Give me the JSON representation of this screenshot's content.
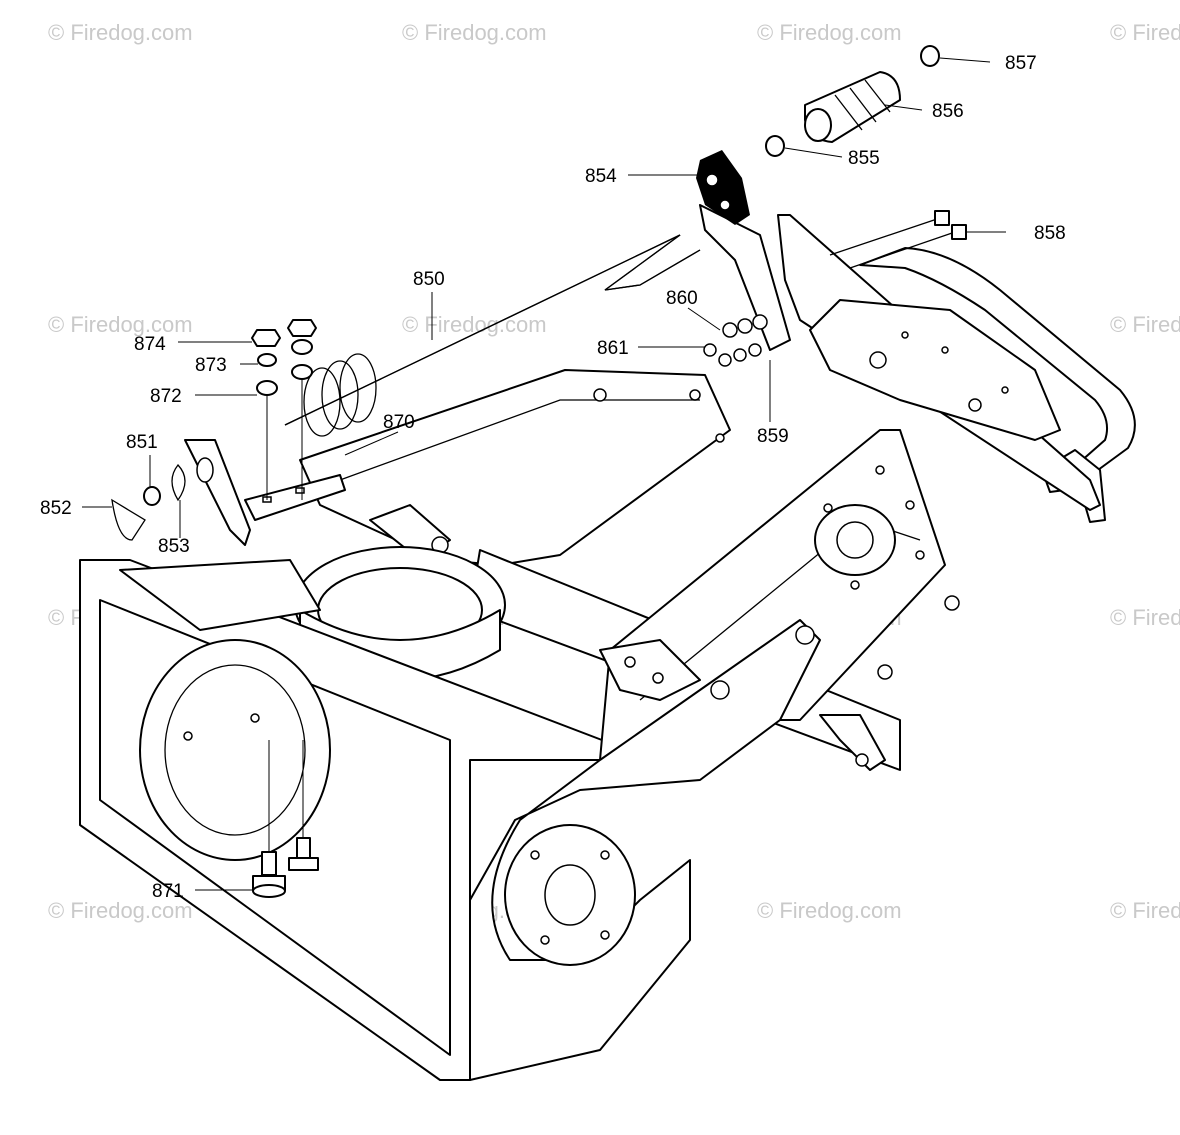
{
  "watermark": "© Firedog.com",
  "callouts": [
    {
      "id": "857",
      "text": "857"
    },
    {
      "id": "856",
      "text": "856"
    },
    {
      "id": "855",
      "text": "855"
    },
    {
      "id": "854",
      "text": "854"
    },
    {
      "id": "858",
      "text": "858"
    },
    {
      "id": "850",
      "text": "850"
    },
    {
      "id": "860",
      "text": "860"
    },
    {
      "id": "861",
      "text": "861"
    },
    {
      "id": "859",
      "text": "859"
    },
    {
      "id": "874",
      "text": "874"
    },
    {
      "id": "873",
      "text": "873"
    },
    {
      "id": "872",
      "text": "872"
    },
    {
      "id": "870",
      "text": "870"
    },
    {
      "id": "851",
      "text": "851"
    },
    {
      "id": "852",
      "text": "852"
    },
    {
      "id": "853",
      "text": "853"
    },
    {
      "id": "871",
      "text": "871"
    }
  ]
}
